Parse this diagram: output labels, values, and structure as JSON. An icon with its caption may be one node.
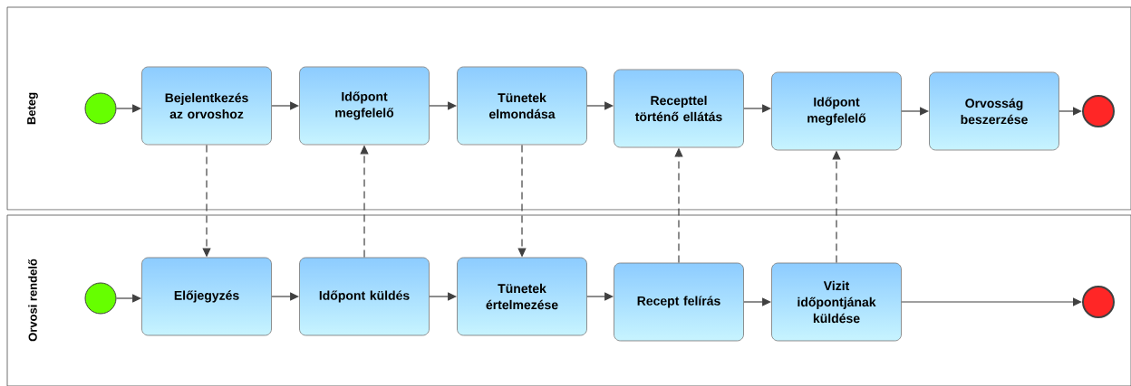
{
  "diagram": {
    "nodes": [
      {
        "text": [
          "Beteg"
        ]
      },
      {
        "text": [],
        "shape": "circle",
        "in": 0
      },
      {
        "text": [
          "Bejelentkezés az orvoshoz"
        ],
        "in": 0
      },
      {
        "text": [
          "Időpont megfelelő"
        ],
        "in": 0
      },
      {
        "text": [
          "Tünetek elmondása"
        ],
        "in": 0
      },
      {
        "text": [
          "Recepttel történő ellátás"
        ],
        "in": 0
      },
      {
        "text": [
          "Időpont megfelelő"
        ],
        "in": 0
      },
      {
        "text": [
          "Orvosság beszerzése"
        ],
        "in": 0
      },
      {
        "text": [],
        "shape": "circle",
        "in": 0
      },
      {
        "text": [
          "Orvosi rendelő"
        ]
      },
      {
        "text": [],
        "shape": "circle",
        "in": 9
      },
      {
        "text": [
          "Előjegyzés"
        ],
        "in": 9
      },
      {
        "text": [
          "Időpont küldés"
        ],
        "in": 9
      },
      {
        "text": [
          "Tünetek értelmezése"
        ],
        "in": 9
      },
      {
        "text": [
          "Recept felírás"
        ],
        "in": 9
      },
      {
        "text": [
          "Vizit időpontjának küldése"
        ],
        "in": 9
      },
      {
        "text": [],
        "shape": "circle",
        "in": 9
      }
    ],
    "edges": [
      {
        "from": 1,
        "to": 2,
        "arrow": "to"
      },
      {
        "from": 2,
        "to": 3,
        "arrow": "to"
      },
      {
        "from": 3,
        "to": 4,
        "arrow": "to"
      },
      {
        "from": 4,
        "to": 5,
        "arrow": "to"
      },
      {
        "from": 5,
        "to": 6,
        "arrow": "to"
      },
      {
        "from": 6,
        "to": 7,
        "arrow": "to"
      },
      {
        "from": 7,
        "to": 8,
        "arrow": "to"
      },
      {
        "from": 10,
        "to": 11,
        "arrow": "to"
      },
      {
        "from": 11,
        "to": 12,
        "arrow": "to"
      },
      {
        "from": 12,
        "to": 13,
        "arrow": "to"
      },
      {
        "from": 13,
        "to": 14,
        "arrow": "to"
      },
      {
        "from": 14,
        "to": 15,
        "arrow": "to"
      },
      {
        "from": 15,
        "to": 16,
        "arrow": "to"
      },
      {
        "from": 2,
        "to": 11,
        "arrow": "to",
        "style": "dashed"
      },
      {
        "from": 12,
        "to": 3,
        "arrow": "to",
        "style": "dashed"
      },
      {
        "from": 4,
        "to": 13,
        "arrow": "to",
        "style": "dashed"
      },
      {
        "from": 14,
        "to": 5,
        "arrow": "to",
        "style": "dashed"
      },
      {
        "from": 15,
        "to": 6,
        "arrow": "to",
        "style": "dashed"
      }
    ]
  }
}
